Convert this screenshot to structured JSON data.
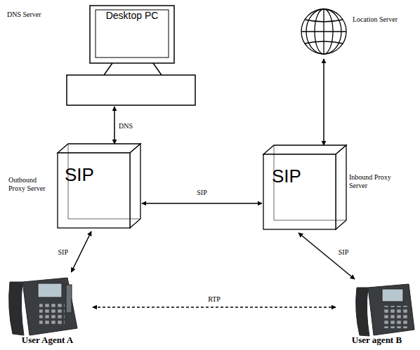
{
  "diagram": {
    "nodes": [
      {
        "text": [
          "DNS Server",
          "Desktop PC"
        ]
      },
      {
        "text": [
          "Location Server"
        ]
      },
      {
        "text": [
          "Outbound Proxy Server",
          "SIP"
        ]
      },
      {
        "text": [
          "SIP",
          "Inbound Proxy Server"
        ]
      },
      {
        "text": [
          "User Agent A"
        ]
      },
      {
        "text": [
          "User agent B"
        ]
      }
    ],
    "edges": [
      {
        "from": 0,
        "to": 2,
        "label": "DNS",
        "arrow": "both"
      },
      {
        "from": 1,
        "to": 3,
        "arrow": "both"
      },
      {
        "from": 2,
        "to": 3,
        "label": "SIP",
        "arrow": "both"
      },
      {
        "from": 2,
        "to": 4,
        "label": "SIP",
        "arrow": "both"
      },
      {
        "from": 3,
        "to": 5,
        "label": "SIP",
        "arrow": "both"
      },
      {
        "from": 4,
        "to": 5,
        "label": "RTP",
        "arrow": "both"
      }
    ]
  }
}
